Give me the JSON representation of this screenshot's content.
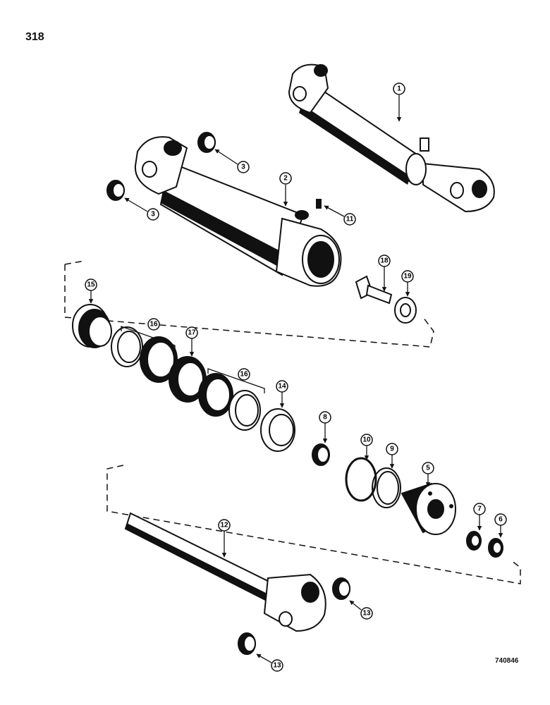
{
  "page": {
    "number": "318",
    "drawing_number": "740846"
  },
  "callouts": {
    "c1": "1",
    "c2": "2",
    "c3a": "3",
    "c3b": "3",
    "c5": "5",
    "c6": "6",
    "c7": "7",
    "c8": "8",
    "c9": "9",
    "c10": "10",
    "c11": "11",
    "c12": "12",
    "c13a": "13",
    "c13b": "13",
    "c14": "14",
    "c15": "15",
    "c16a": "16",
    "c16b": "16",
    "c17": "17",
    "c18": "18",
    "c19": "19"
  }
}
